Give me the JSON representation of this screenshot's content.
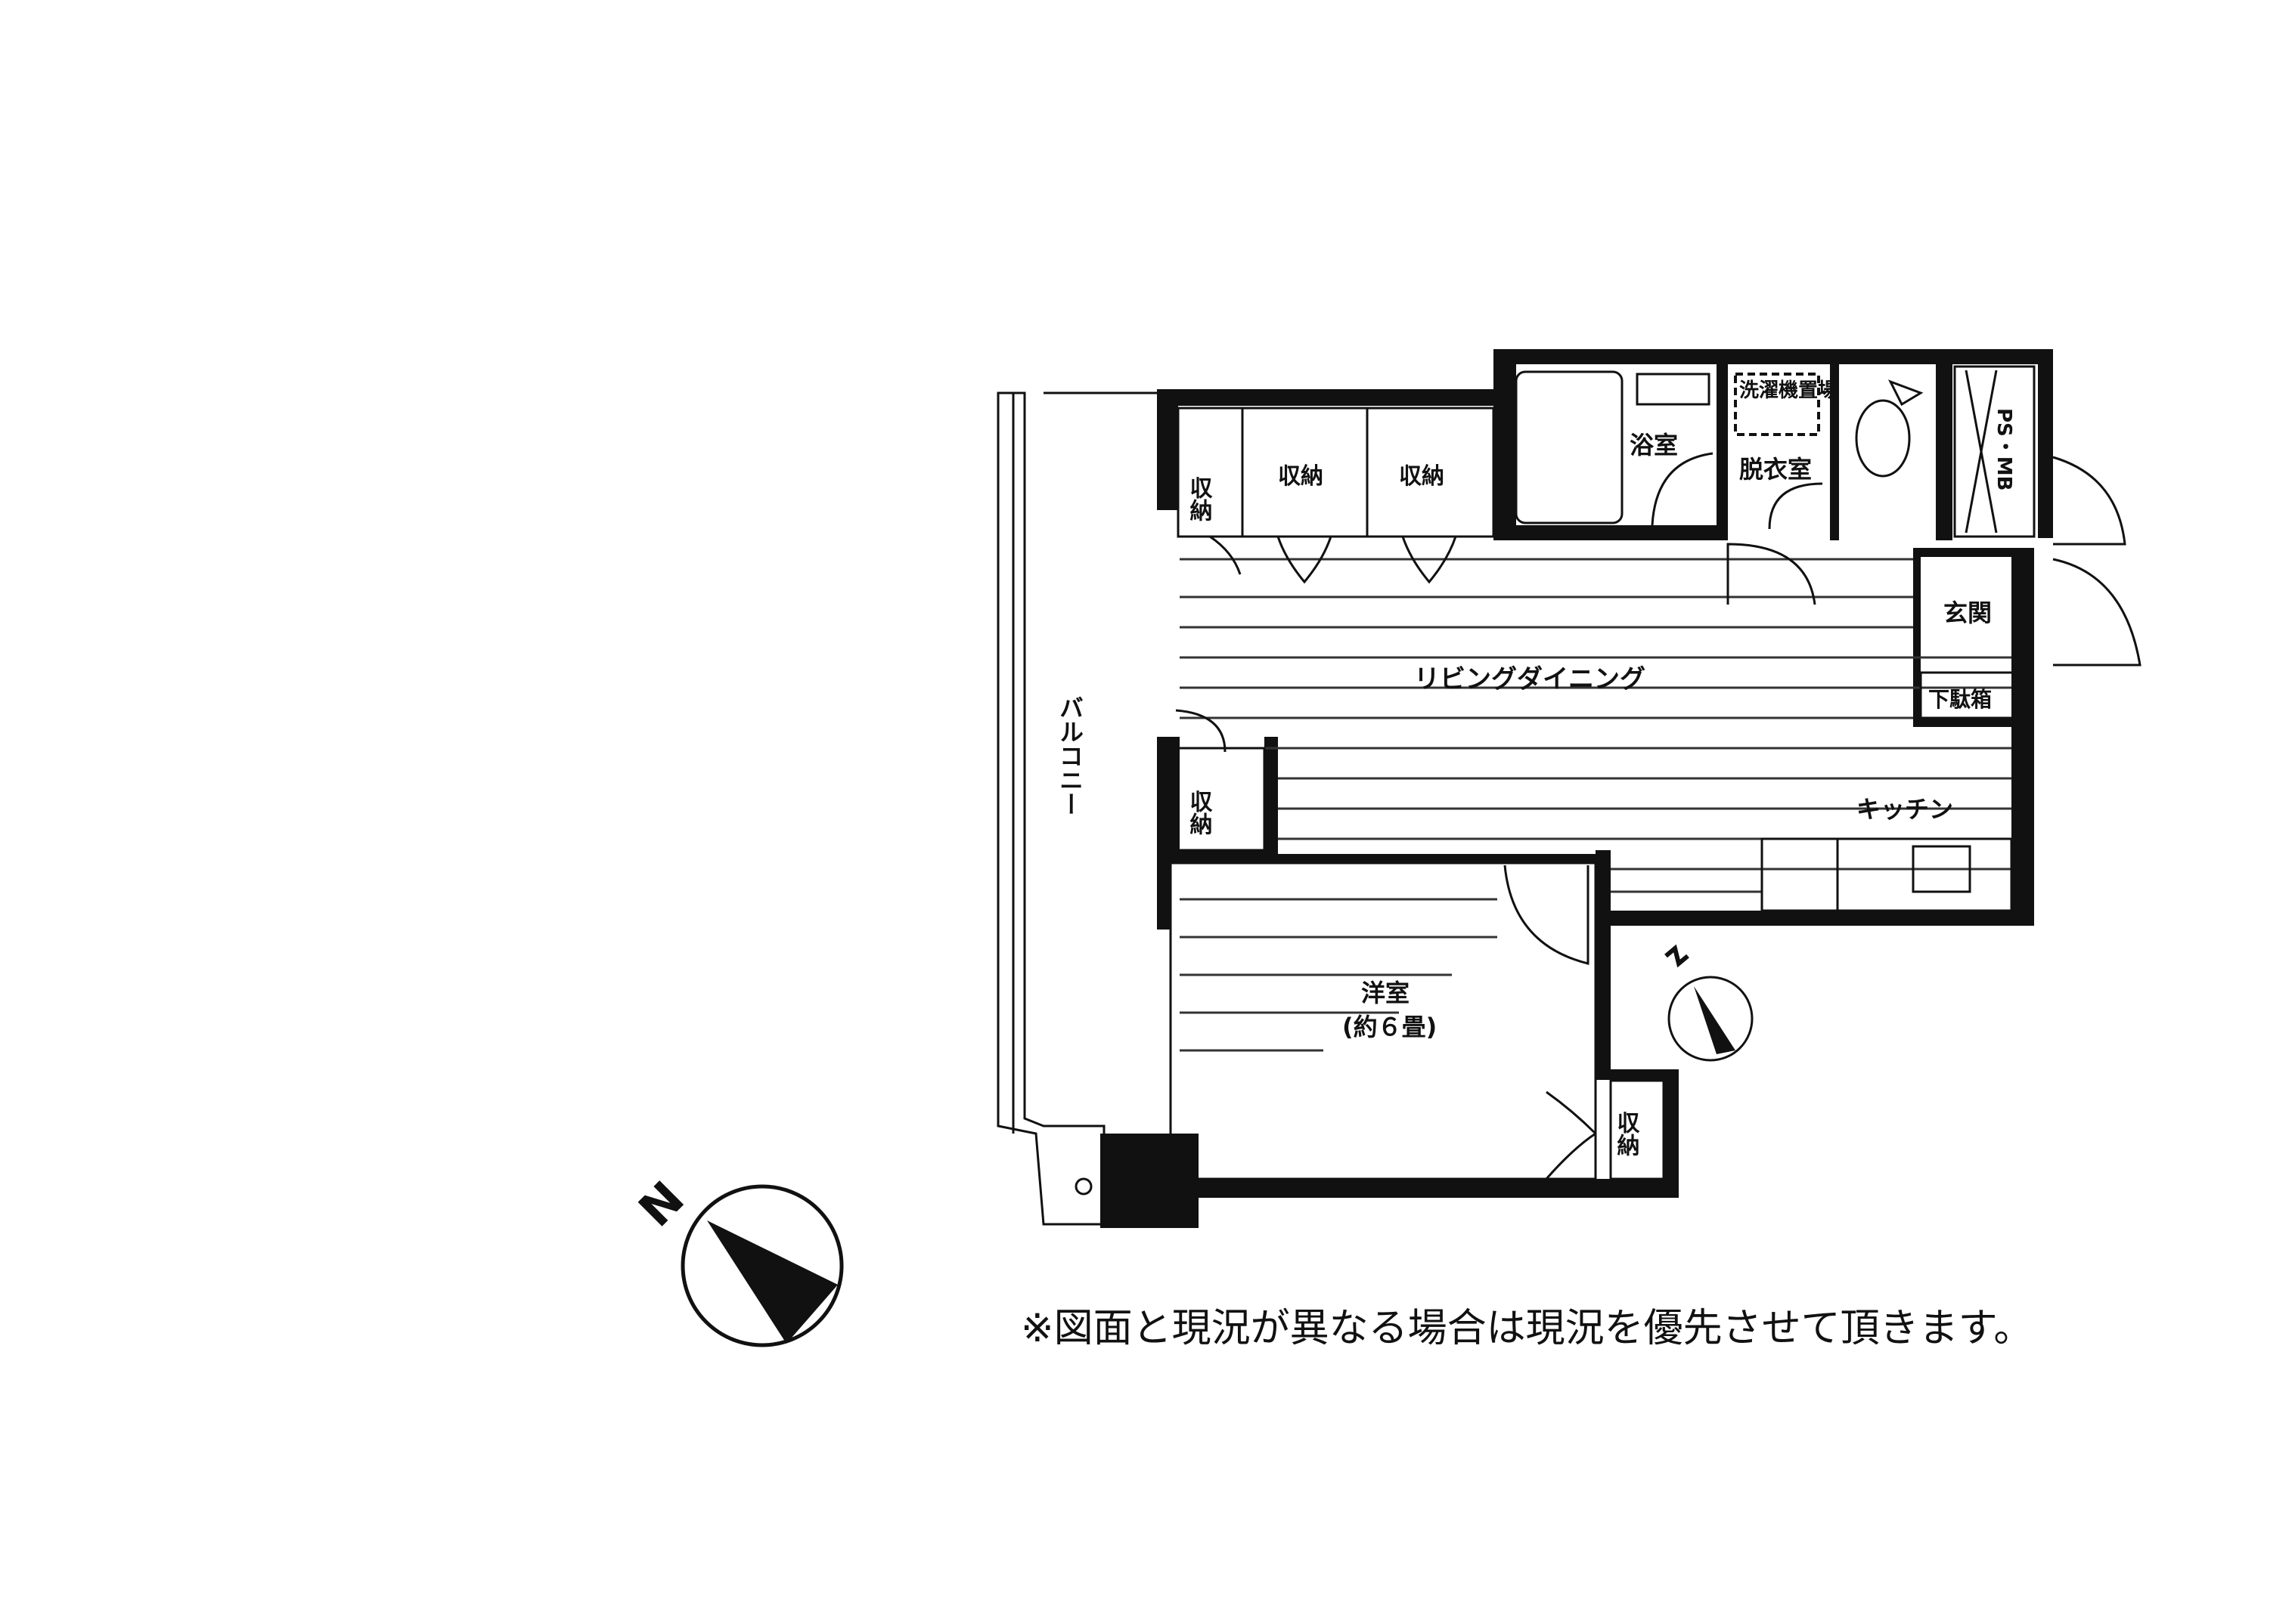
{
  "rooms": {
    "bath": "浴室",
    "washer": "洗濯機置場",
    "dressing": "脱衣室",
    "ps_mb": "PS・MB",
    "storage1": "収納",
    "storage2": "収納",
    "storage3": "収納",
    "storage4": "収納",
    "storage5": "収納",
    "entrance": "玄関",
    "shoe_box": "下駄箱",
    "ldk": "リビングダイニング",
    "kitchen": "キッチン",
    "balcony": "バルコニー",
    "western_room": "洋室",
    "western_size": "(約６畳)"
  },
  "compass": {
    "label": "N"
  },
  "notice": "※図面と現況が異なる場合は現況を優先させて頂きます。"
}
